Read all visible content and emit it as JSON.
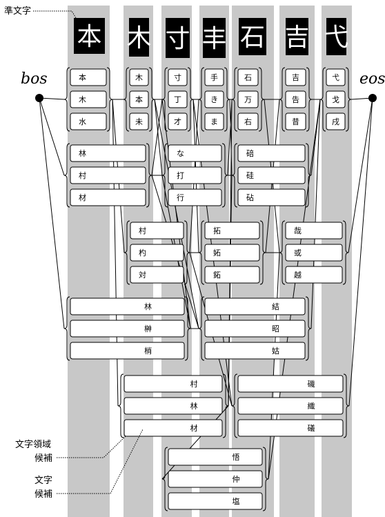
{
  "labels": {
    "quasi_char": "準文字",
    "region_candidate_line1": "文字領域",
    "region_candidate_line2": "候補",
    "char_candidate_line1": "文字",
    "char_candidate_line2": "候補",
    "bos": "bos",
    "eos": "eos"
  },
  "columns": [
    {
      "image_glyph": "本"
    },
    {
      "image_glyph": "木"
    },
    {
      "image_glyph": "寸"
    },
    {
      "image_glyph": "丰"
    },
    {
      "image_glyph": "石"
    },
    {
      "image_glyph": "吉"
    },
    {
      "image_glyph": "弋"
    }
  ],
  "groups": [
    {
      "candidates": [
        "本",
        "木",
        "水"
      ]
    },
    {
      "candidates": [
        "木",
        "本",
        "未"
      ]
    },
    {
      "candidates": [
        "寸",
        "丁",
        "才"
      ]
    },
    {
      "candidates": [
        "手",
        "き",
        "ま"
      ]
    },
    {
      "candidates": [
        "石",
        "万",
        "右"
      ]
    },
    {
      "candidates": [
        "吉",
        "告",
        "昔"
      ]
    },
    {
      "candidates": [
        "弋",
        "戈",
        "戌"
      ]
    },
    {
      "candidates": [
        "林",
        "村",
        "材"
      ]
    },
    {
      "candidates": [
        "な",
        "打",
        "行"
      ]
    },
    {
      "candidates": [
        "碚",
        "硅",
        "砧"
      ]
    },
    {
      "candidates": [
        "村",
        "杓",
        "対"
      ]
    },
    {
      "candidates": [
        "拓",
        "妬",
        "鉐"
      ]
    },
    {
      "candidates": [
        "哉",
        "或",
        "越"
      ]
    },
    {
      "candidates": [
        "林",
        "榊",
        "梢"
      ]
    },
    {
      "candidates": [
        "結",
        "昭",
        "姑"
      ]
    },
    {
      "candidates": [
        "村",
        "林",
        "材"
      ]
    },
    {
      "candidates": [
        "磯",
        "織",
        "礒"
      ]
    },
    {
      "candidates": [
        "悟",
        "仲",
        "塩"
      ]
    }
  ]
}
